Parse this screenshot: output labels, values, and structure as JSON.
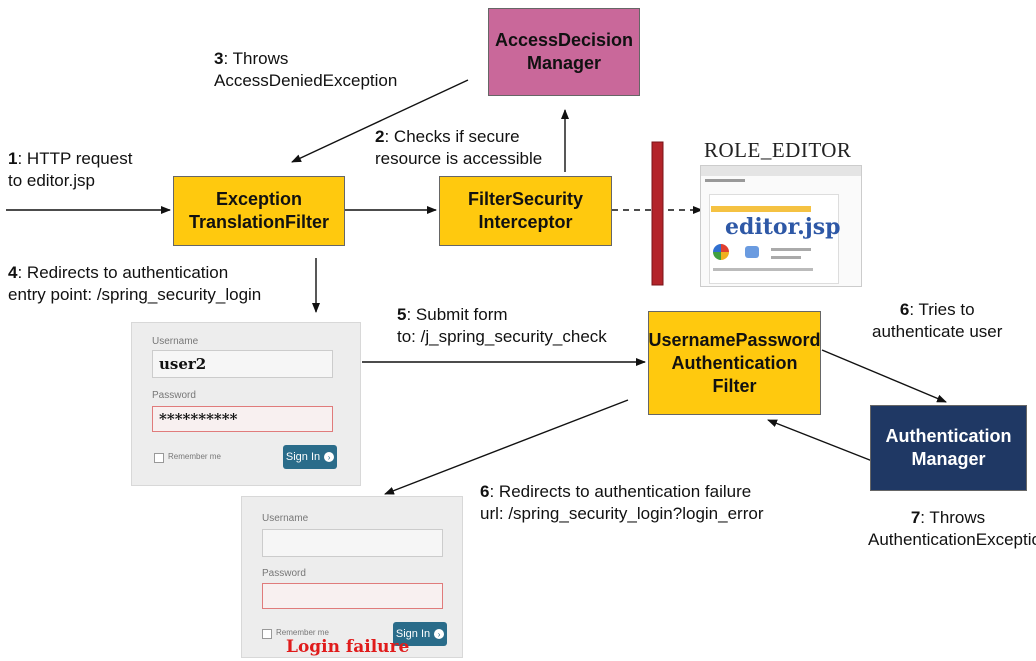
{
  "nodes": {
    "access_decision_manager": [
      "AccessDecision",
      "Manager"
    ],
    "exception_translation_filter": [
      "Exception",
      "TranslationFilter"
    ],
    "filter_security_interceptor": [
      "FilterSecurity",
      "Interceptor"
    ],
    "username_password_filter": [
      "UsernamePassword",
      "Authentication",
      "Filter"
    ],
    "authentication_manager": [
      "Authentication",
      "Manager"
    ]
  },
  "labels": {
    "step1": {
      "num": "1",
      "lines": [
        ": HTTP request",
        "to editor.jsp"
      ]
    },
    "step2": {
      "num": "2",
      "lines": [
        ": Checks if secure",
        "resource is accessible"
      ]
    },
    "step3": {
      "num": "3",
      "lines": [
        ": Throws",
        "AccessDeniedException"
      ]
    },
    "step4": {
      "num": "4",
      "lines": [
        ": Redirects to authentication",
        "entry point: /spring_security_login"
      ]
    },
    "step5": {
      "num": "5",
      "lines": [
        ": Submit form",
        "to: /j_spring_security_check"
      ]
    },
    "step6a": {
      "num": "6",
      "lines": [
        ": Tries to",
        "authenticate user"
      ]
    },
    "step6b": {
      "num": "6",
      "lines": [
        ": Redirects to authentication failure",
        "url: /spring_security_login?login_error"
      ]
    },
    "step7": {
      "num": "7",
      "lines": [
        ": Throws",
        "AuthenticationException"
      ]
    }
  },
  "login_form": {
    "username_label": "Username",
    "username_value": "user2",
    "password_label": "Password",
    "password_value": "**********",
    "remember_label": "Remember me",
    "signin_label": "Sign In"
  },
  "failure_form": {
    "username_label": "Username",
    "password_label": "Password",
    "remember_label": "Remember me",
    "signin_label": "Sign In",
    "failure_text": "Login failure"
  },
  "editor_screenshot": {
    "role_title": "ROLE_EDITOR",
    "page_text": "editor.jsp"
  },
  "colors": {
    "filter_yellow": "#ffc90e",
    "decision_pink": "#c9689a",
    "manager_navy": "#1f3864",
    "barrier_red": "#b3242a",
    "signin_blue": "#2a6c8a",
    "failure_red": "#e01b1b"
  }
}
